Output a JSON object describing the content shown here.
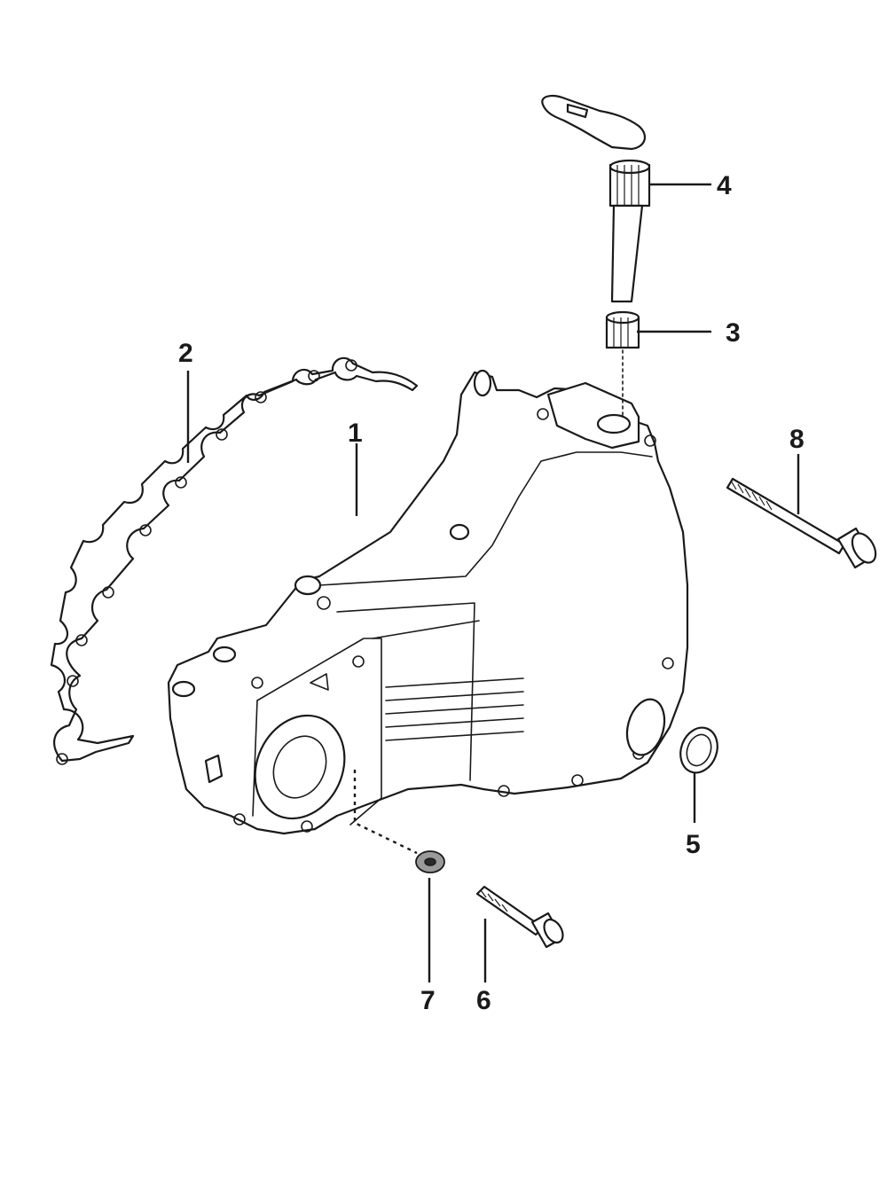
{
  "callouts": [
    {
      "id": "1",
      "text": "1"
    },
    {
      "id": "2",
      "text": "2"
    },
    {
      "id": "3",
      "text": "3"
    },
    {
      "id": "4",
      "text": "4"
    },
    {
      "id": "5",
      "text": "5"
    },
    {
      "id": "6",
      "text": "6"
    },
    {
      "id": "7",
      "text": "7"
    },
    {
      "id": "8",
      "text": "8"
    }
  ],
  "colors": {
    "line": "#1a1a1a",
    "background": "#ffffff"
  }
}
